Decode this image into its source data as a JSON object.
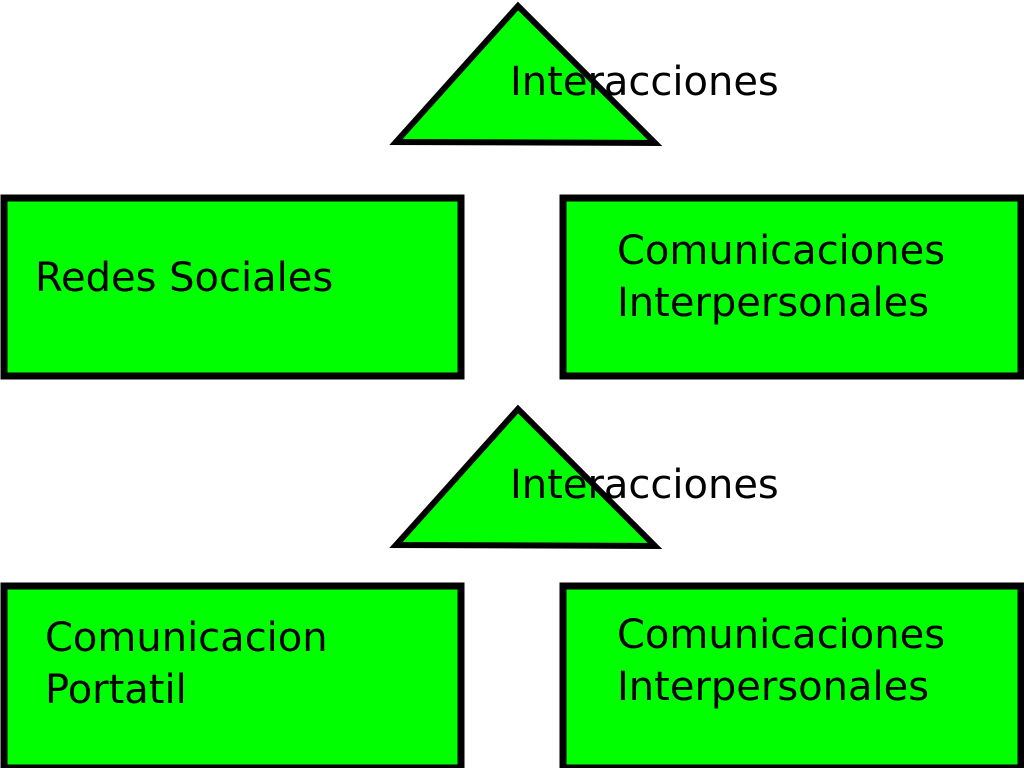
{
  "colors": {
    "fill": "#00ff00",
    "stroke": "#000000"
  },
  "triangles": [
    {
      "label": "Interacciones"
    },
    {
      "label": "Interacciones"
    }
  ],
  "boxes": [
    {
      "lines": [
        "Redes Sociales"
      ]
    },
    {
      "lines": [
        "Comunicaciones",
        "Interpersonales"
      ]
    },
    {
      "lines": [
        "Comunicacion",
        "Portatil"
      ]
    },
    {
      "lines": [
        "Comunicaciones",
        "Interpersonales"
      ]
    }
  ]
}
